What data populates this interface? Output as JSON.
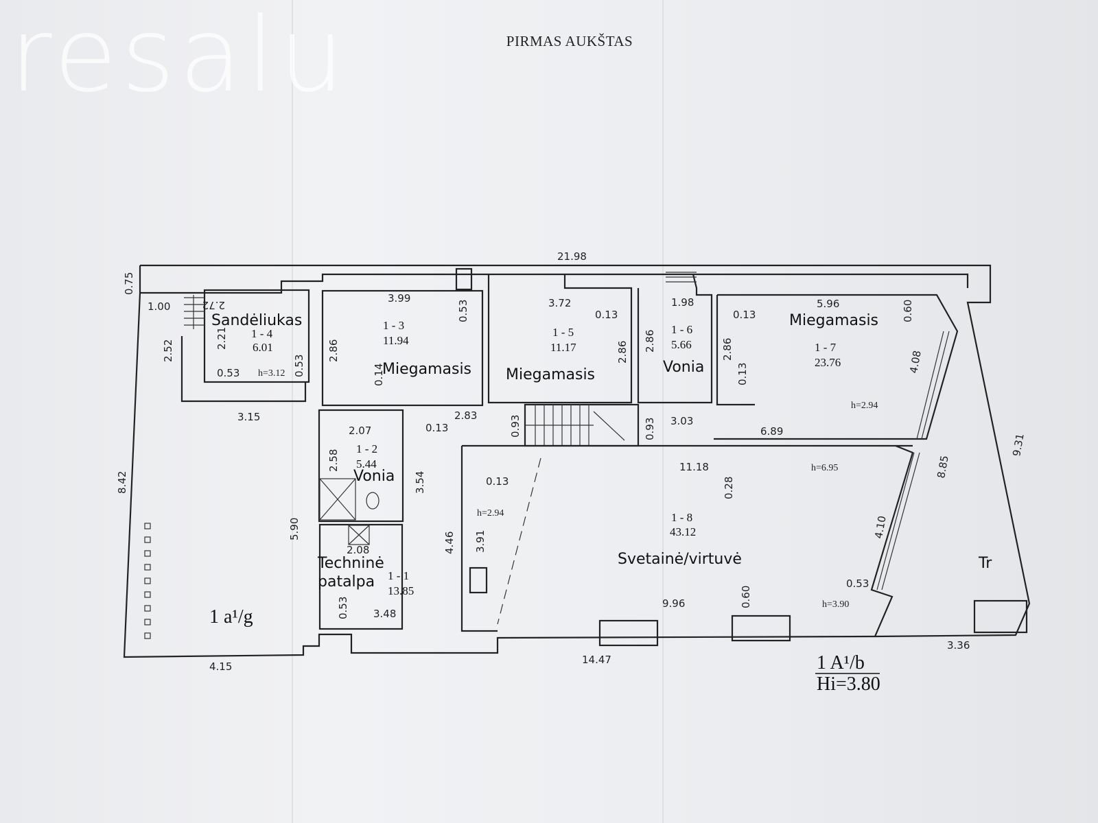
{
  "watermark": "resalu",
  "title": "PIRMAS AUKŠTAS",
  "rooms": {
    "r1_4": {
      "name": "Sandėliukas",
      "code": "1 - 4",
      "area": "6.01",
      "height": "h=3.12"
    },
    "r1_3": {
      "name": "Miegamasis",
      "code": "1 - 3",
      "area": "11.94"
    },
    "r1_5": {
      "name": "Miegamasis",
      "code": "1 - 5",
      "area": "11.17"
    },
    "r1_6": {
      "name": "Vonia",
      "code": "1 - 6",
      "area": "5.66"
    },
    "r1_7": {
      "name": "Miegamasis",
      "code": "1 - 7",
      "area": "23.76",
      "height": "h=2.94"
    },
    "r1_2": {
      "name": "Vonia",
      "code": "1 - 2",
      "area": "5.44"
    },
    "r1_1": {
      "name_line1": "Techninė",
      "name_line2": "patalpa",
      "code": "1 - 1",
      "area": "13.85"
    },
    "r1_8": {
      "name": "Svetainė/virtuvė",
      "code": "1 - 8",
      "area": "43.12",
      "height1": "h=2.94",
      "height2": "h=6.95",
      "height3": "h=3.90"
    }
  },
  "labels": {
    "yard": "1 a¹/g",
    "building_code": "1 A¹/b",
    "hi": "Hi=3.80",
    "tr": "Tr"
  },
  "dimensions": {
    "d21_98": "21.98",
    "d0_75": "0.75",
    "d1_00": "1.00",
    "d2_72": "2.72",
    "d2_21": "2.21",
    "d2_52": "2.52",
    "d0_53a": "0.53",
    "d0_53b": "0.53",
    "d3_15": "3.15",
    "d8_42": "8.42",
    "d3_99": "3.99",
    "d0_53c": "0.53",
    "d2_86a": "2.86",
    "d0_14": "0.14",
    "d3_72": "3.72",
    "d0_13a": "0.13",
    "d2_86b": "2.86",
    "d1_98": "1.98",
    "d2_86c": "2.86",
    "d2_86d": "2.86",
    "d0_13b": "0.13",
    "d0_13c": "0.13",
    "d5_96": "5.96",
    "d0_60a": "0.60",
    "d4_08": "4.08",
    "d2_07": "2.07",
    "d0_13d": "0.13",
    "d2_83": "2.83",
    "d0_93a": "0.93",
    "d0_93b": "0.93",
    "d3_03": "3.03",
    "d6_89": "6.89",
    "d2_58": "2.58",
    "d3_54": "3.54",
    "d11_18": "11.18",
    "d0_28": "0.28",
    "d8_85": "8.85",
    "d9_31": "9.31",
    "d0_13e": "0.13",
    "d5_90": "5.90",
    "d4_46": "4.46",
    "d3_91": "3.91",
    "d4_10": "4.10",
    "d2_08": "2.08",
    "d0_53d": "0.53",
    "d0_53e": "0.53",
    "d3_48": "3.48",
    "d9_96": "9.96",
    "d0_60b": "0.60",
    "d4_15": "4.15",
    "d14_47": "14.47",
    "d3_36": "3.36"
  }
}
